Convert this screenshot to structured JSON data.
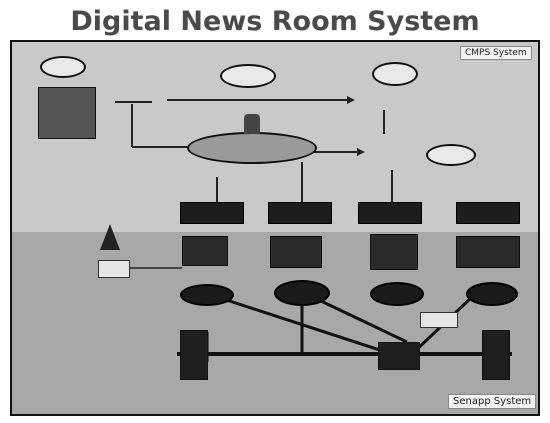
{
  "title": "Digital News Room System Configuration",
  "top_system_label": "CMPS System",
  "bottom_system_label": "Senapp System",
  "roles": {
    "first": "",
    "second": "",
    "third": "",
    "fourth": ""
  },
  "nodes": {
    "n1": "",
    "n2": "",
    "n3": "",
    "n4": "",
    "n5": "",
    "n6": "",
    "n7": "",
    "n8": "",
    "n9": "",
    "n10": "",
    "n11": ""
  },
  "servers": {
    "s1": "",
    "s2": "",
    "s3": "",
    "s4": ""
  },
  "racks": {
    "r1": "",
    "r2": "",
    "r3": "",
    "r4": ""
  },
  "bottom_labels": {
    "b1": "",
    "b2": "",
    "b3": ""
  }
}
